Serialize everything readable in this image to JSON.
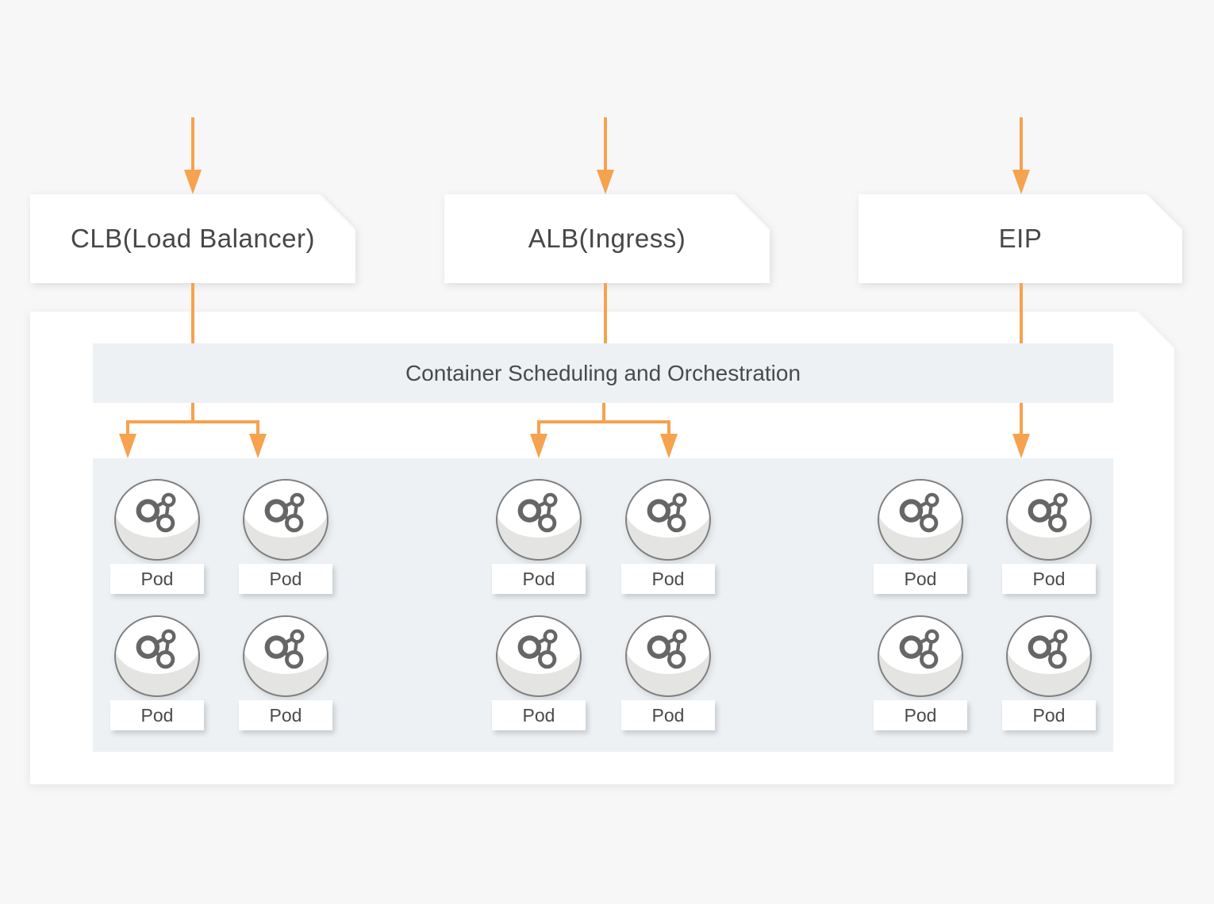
{
  "nodes": {
    "clb": {
      "label": "CLB(Load Balancer)"
    },
    "alb": {
      "label": "ALB(Ingress)"
    },
    "eip": {
      "label": "EIP"
    }
  },
  "platform": {
    "banner": "Container Scheduling and Orchestration",
    "pod_label": "Pod",
    "pod_groups": [
      {
        "source": "CLB(Load Balancer)",
        "pods": 4
      },
      {
        "source": "ALB(Ingress)",
        "pods": 4
      },
      {
        "source": "EIP",
        "pods": 4
      }
    ]
  },
  "icons": {
    "pod": "pod-cylinder-icon",
    "pod_symbol": "molecule-icon",
    "connector": "arrow-down-icon"
  },
  "colors": {
    "arrow": "#f6a24e",
    "panel": "#ffffff",
    "subpanel": "#edf1f4",
    "background": "#f7f7f8",
    "text": "#474747"
  }
}
